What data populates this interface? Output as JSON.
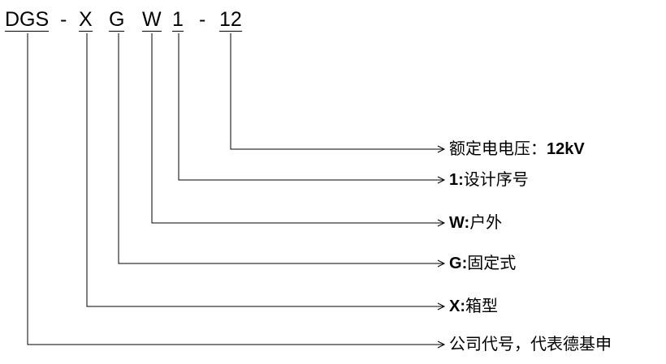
{
  "model_code": {
    "segments": [
      {
        "text": "DGS",
        "underlined": true
      },
      {
        "text": "-",
        "underlined": false
      },
      {
        "text": "X",
        "underlined": true
      },
      {
        "text": "G",
        "underlined": true
      },
      {
        "text": "W",
        "underlined": true
      },
      {
        "text": "1",
        "underlined": true
      },
      {
        "text": "-",
        "underlined": false
      },
      {
        "text": "12",
        "underlined": true
      }
    ]
  },
  "labels": [
    {
      "key": "",
      "text": "额定电电压：",
      "value": "12kV"
    },
    {
      "key": "1",
      "sep": ":",
      "text": "设计序号"
    },
    {
      "key": "W",
      "sep": ":",
      "text": "户外"
    },
    {
      "key": "G",
      "sep": ":",
      "text": "固定式"
    },
    {
      "key": "X",
      "sep": ":",
      "text": "箱型"
    },
    {
      "key": "",
      "text": "公司代号，代表德基申"
    }
  ],
  "line_color": "#000000"
}
